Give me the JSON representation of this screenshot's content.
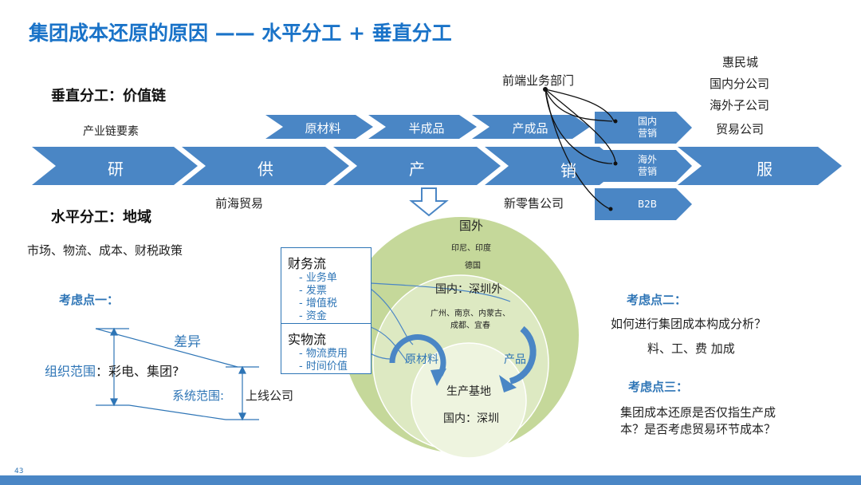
{
  "title": "集团成本还原的原因 —— 水平分工 + 垂直分工",
  "vertical_label": "垂直分工：价值链",
  "industry_factor": "产业链要素",
  "horizontal_label": "水平分工：地域",
  "policy_text": "市场、物流、成本、财税政策",
  "main_chain": [
    "研",
    "供",
    "产",
    "销",
    "服"
  ],
  "upper_chain": [
    "原材料",
    "半成品",
    "产成品"
  ],
  "sales_boxes": [
    {
      "line1": "国内",
      "line2": "营销"
    },
    {
      "line1": "海外",
      "line2": "营销"
    },
    {
      "line1": "B2B",
      "line2": ""
    }
  ],
  "front_dept": "前端业务部门",
  "service_list": [
    "惠民城",
    "国内分公司",
    "海外子公司",
    "贸易公司"
  ],
  "qianhai": "前海贸易",
  "new_retail": "新零售公司",
  "circles": {
    "outer": "国外",
    "outer_sub1": "印尼、印度",
    "outer_sub2": "德国",
    "middle": "国内：深圳外",
    "middle_sub1": "广州、南京、内蒙古、",
    "middle_sub2": "成都、宜春",
    "inner": "生产基地",
    "inner_sub": "国内：深圳",
    "raw": "原材料",
    "product": "产品"
  },
  "finance_box": {
    "title": "财务流",
    "items": [
      "- 业务单",
      "- 发票",
      "- 增值税",
      "- 资金"
    ]
  },
  "physical_box": {
    "title": "实物流",
    "items": [
      "- 物流费用",
      "- 时间价值"
    ]
  },
  "point1": {
    "title": "考虑点一：",
    "diff": "差异",
    "org_label": "组织范围",
    "org_value": "：彩电、集团?",
    "sys_label": "系统范围:",
    "sys_value": "上线公司"
  },
  "point2": {
    "title": "考虑点二：",
    "q": "如何进行集团成本构成分析？",
    "a": "料、工、费 加成"
  },
  "point3": {
    "title": "考虑点三：",
    "line1": "集团成本还原是否仅指生产成",
    "line2": "本？是否考虑贸易环节成本？"
  },
  "page_number": "43",
  "colors": {
    "title": "#1a73c8",
    "arrow": "#4a86c5",
    "arrow_light": "#5b93cc",
    "accent": "#2e75b6",
    "green_outer": "#c5d89a",
    "green_mid": "#dde9c2",
    "green_inner": "#eef4df"
  }
}
